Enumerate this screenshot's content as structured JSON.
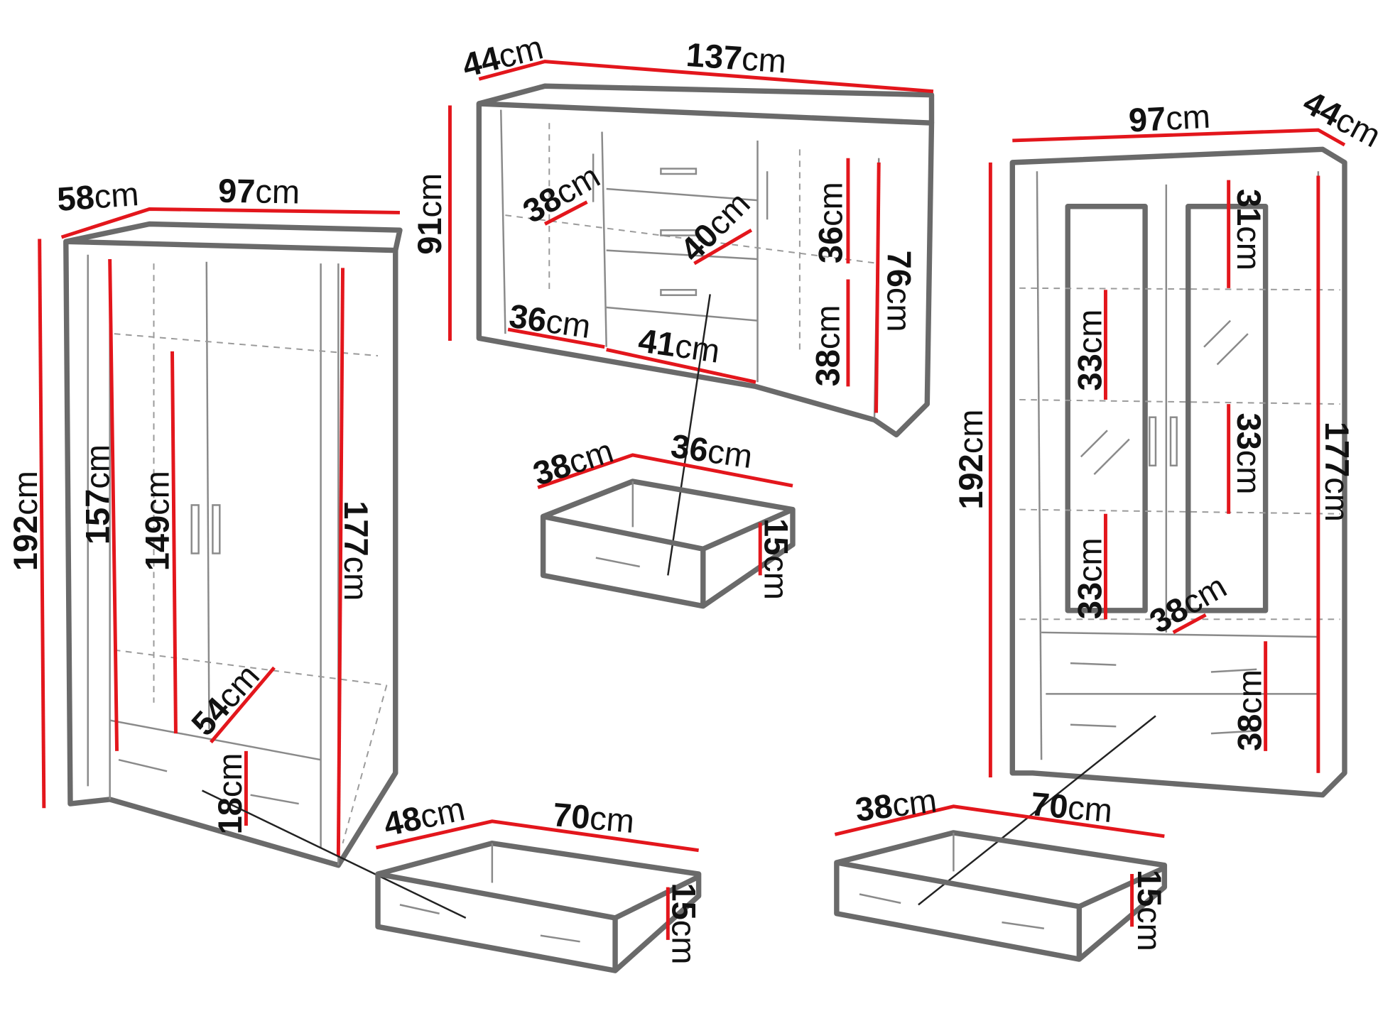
{
  "unit": "cm",
  "wardrobe": {
    "depth": "58",
    "width": "97",
    "height_total": "192",
    "height_inner_left": "157",
    "height_hanging": "149",
    "height_front": "177",
    "inner_depth": "54",
    "drawer_height": "18"
  },
  "sideboard": {
    "depth": "44",
    "width": "137",
    "height_total": "91",
    "shelf_depth": "38",
    "drawer_depth": "40",
    "upper_compartment": "36",
    "height_front": "76",
    "bottom_left_width": "36",
    "bottom_middle_width": "41",
    "lower_compartment": "38"
  },
  "sideboard_drawer": {
    "depth": "38",
    "width": "36",
    "height": "15"
  },
  "vitrine": {
    "width": "97",
    "depth": "44",
    "height_total": "192",
    "top_shelf": "31",
    "shelf_left_upper": "33",
    "shelf_right_middle": "33",
    "height_front": "177",
    "shelf_left_lower": "33",
    "shelf_depth": "38",
    "drawer_section": "38"
  },
  "wardrobe_drawer": {
    "depth": "48",
    "width": "70",
    "height": "15"
  },
  "vitrine_drawer": {
    "depth": "38",
    "width": "70",
    "height": "15"
  },
  "colors": {
    "dimension_line": "#e3161c",
    "outline": "#6a6a6a"
  }
}
